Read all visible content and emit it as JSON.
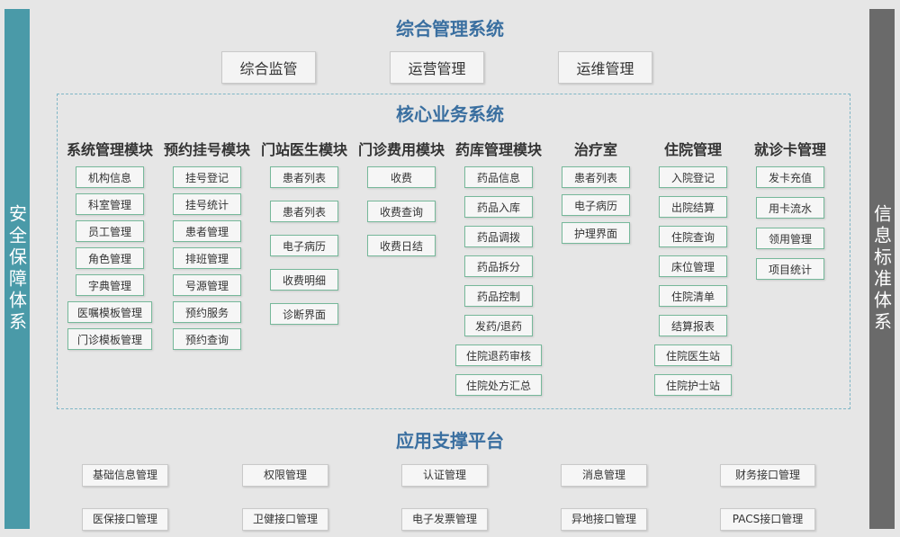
{
  "left_bar": "安全保障体系",
  "right_bar": "信息标准体系",
  "mgmt": {
    "title": "综合管理系统",
    "items": [
      "综合监管",
      "运营管理",
      "运维管理"
    ]
  },
  "core": {
    "title": "核心业务系统",
    "modules": [
      {
        "name": "系统管理模块",
        "items": [
          "机构信息",
          "科室管理",
          "员工管理",
          "角色管理",
          "字典管理",
          "医嘱模板管理",
          "门诊模板管理"
        ]
      },
      {
        "name": "预约挂号模块",
        "items": [
          "挂号登记",
          "挂号统计",
          "患者管理",
          "排班管理",
          "号源管理",
          "预约服务",
          "预约查询"
        ]
      },
      {
        "name": "门站医生模块",
        "items": [
          "患者列表",
          "患者列表",
          "电子病历",
          "收费明细",
          "诊断界面"
        ]
      },
      {
        "name": "门诊费用模块",
        "items": [
          "收费",
          "收费查询",
          "收费日结"
        ]
      },
      {
        "name": "药库管理模块",
        "items": [
          "药品信息",
          "药品入库",
          "药品调拨",
          "药品拆分",
          "药品控制",
          "发药/退药",
          "住院退药审核",
          "住院处方汇总"
        ]
      },
      {
        "name": "治疗室",
        "items": [
          "患者列表",
          "电子病历",
          "护理界面"
        ]
      },
      {
        "name": "住院管理",
        "items": [
          "入院登记",
          "出院结算",
          "住院查询",
          "床位管理",
          "住院清单",
          "结算报表",
          "住院医生站",
          "住院护士站"
        ]
      },
      {
        "name": "就诊卡管理",
        "items": [
          "发卡充值",
          "用卡流水",
          "领用管理",
          "项目统计"
        ]
      }
    ]
  },
  "platform": {
    "title": "应用支撑平台",
    "rows": [
      [
        "基础信息管理",
        "权限管理",
        "认证管理",
        "消息管理",
        "财务接口管理"
      ],
      [
        "医保接口管理",
        "卫健接口管理",
        "电子发票管理",
        "异地接口管理",
        "PACS接口管理"
      ]
    ]
  }
}
